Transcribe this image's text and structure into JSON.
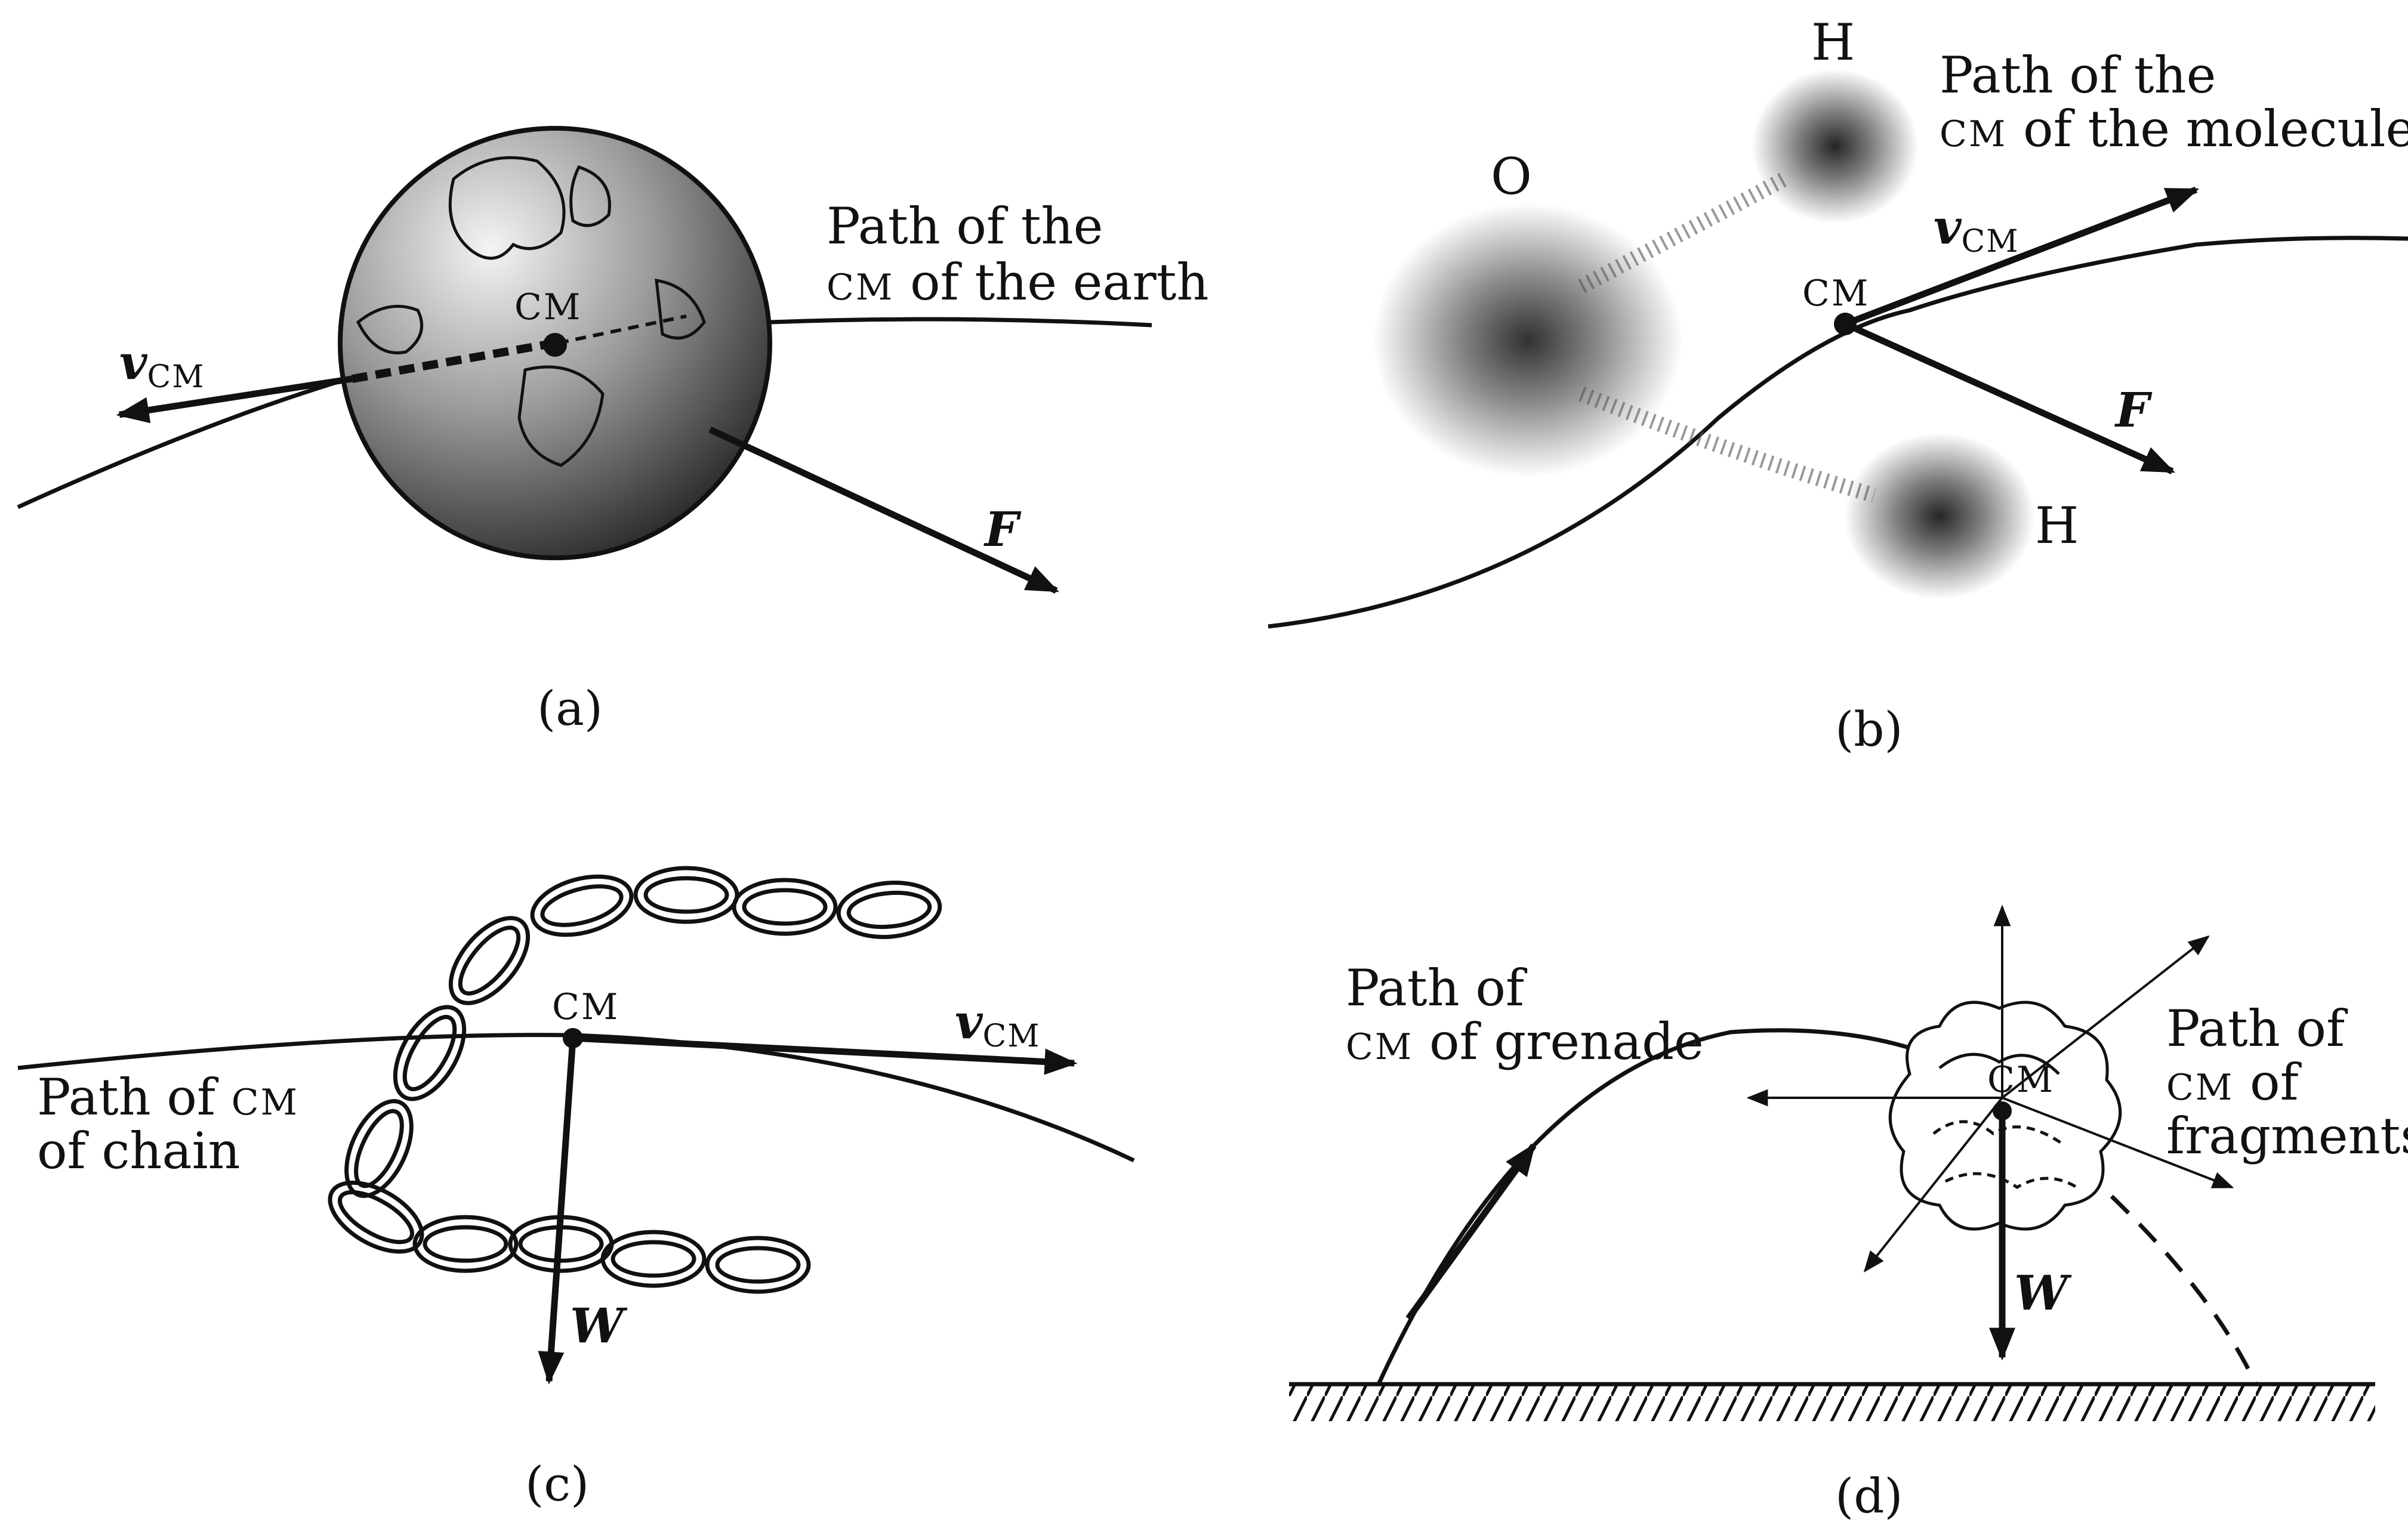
{
  "panels": {
    "a": {
      "caption": "(a)",
      "path_label_line1": "Path of the",
      "path_label_line2_sc": "CM",
      "path_label_line2_rest": " of the earth",
      "cm_label": "CM",
      "v_label": "v",
      "v_sub": "CM",
      "f_label": "F"
    },
    "b": {
      "caption": "(b)",
      "path_label_line1": "Path of the",
      "path_label_line2_sc": "CM",
      "path_label_line2_rest": " of the molecule",
      "cm_label": "CM",
      "atom_o": "O",
      "atom_h_top": "H",
      "atom_h_bottom": "H",
      "v_label": "v",
      "v_sub": "CM",
      "f_label": "F"
    },
    "c": {
      "caption": "(c)",
      "path_label_line1_a": "Path of ",
      "path_label_line1_sc": "CM",
      "path_label_line2": "of chain",
      "cm_label": "CM",
      "v_label": "v",
      "v_sub": "CM",
      "w_label": "W"
    },
    "d": {
      "caption": "(d)",
      "grenade_line1": "Path of",
      "grenade_line2_sc": "CM",
      "grenade_line2_rest": " of grenade",
      "frag_line1": "Path of",
      "frag_line2_sc": "CM",
      "frag_line2_rest": " of",
      "frag_line3": "fragments",
      "cm_label": "CM",
      "w_label": "W"
    }
  },
  "colors": {
    "ink": "#111111",
    "globe_dark": "#1a1a1a",
    "globe_mid": "#6e6e6e",
    "globe_light": "#e6e6e6"
  }
}
